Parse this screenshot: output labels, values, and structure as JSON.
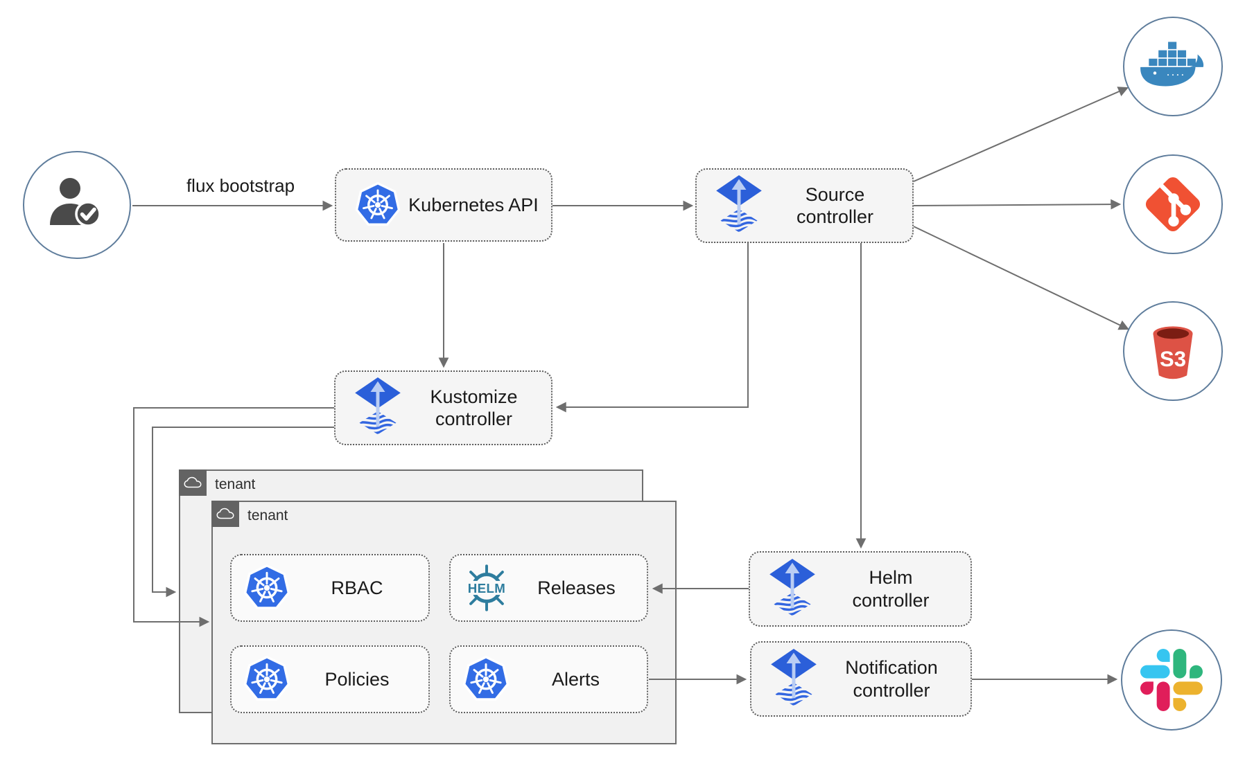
{
  "edge_labels": {
    "flux_bootstrap": "flux bootstrap"
  },
  "nodes": {
    "kubernetes_api": {
      "label": "Kubernetes API"
    },
    "source_controller": {
      "label": "Source controller"
    },
    "kustomize_controller": {
      "label": "Kustomize controller"
    },
    "helm_controller": {
      "label": "Helm controller"
    },
    "notification_controller": {
      "label": "Notification controller"
    },
    "rbac": {
      "label": "RBAC"
    },
    "releases": {
      "label": "Releases"
    },
    "policies": {
      "label": "Policies"
    },
    "alerts": {
      "label": "Alerts"
    }
  },
  "tenants": {
    "back": {
      "label": "tenant"
    },
    "front": {
      "label": "tenant"
    }
  },
  "external_logos": {
    "s3_text": "S3",
    "helm_text": "HELM"
  },
  "icons": {
    "actor": "user-check",
    "kubernetes": "kubernetes-wheel",
    "flux": "flux-diamond-arrow",
    "helm": "helm-wheel",
    "docker": "docker-whale",
    "git": "git-branch-diamond",
    "s3": "s3-bucket",
    "slack": "slack-pinwheel",
    "tenant_badge": "cloud"
  },
  "colors": {
    "line": "#6e6e6e",
    "text": "#1a1a1a",
    "node_fill": "#f5f5f5",
    "node_border": "#5c5c5c",
    "inner_fill": "#fafafa",
    "tenant_fill": "#f1f1f1",
    "tenant_border": "#6e6e6e",
    "badge_fill": "#636363",
    "circle_border": "#5f7d9c",
    "k8s_blue": "#326ce5",
    "flux_blue": "#2b5fd9",
    "flux_arrow": "#b9cdf4",
    "flux_stripe": "#3366e0",
    "helm_teal": "#2e7d9e",
    "docker_blue": "#3a87be",
    "git_orange": "#f05133",
    "s3_red": "#dd5245",
    "s3_dark": "#7b1d13",
    "slack_blue": "#36c5f0",
    "slack_green": "#2eb67d",
    "slack_yellow": "#ecb22e",
    "slack_red": "#e01e5a",
    "person_gray": "#4a4a4a"
  }
}
